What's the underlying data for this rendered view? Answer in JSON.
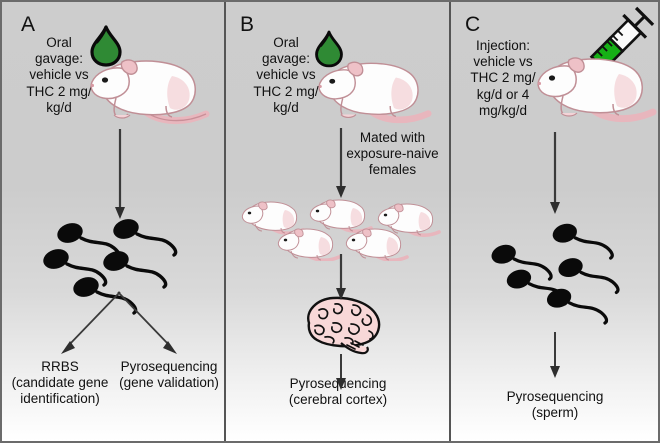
{
  "figure": {
    "type": "scientific-schematic",
    "description": "Three-panel experimental design schematic showing rat THC exposure paradigms",
    "background_colors": {
      "top": "#cdcdcd",
      "bottom": "#ffffff",
      "border": "#6b6b6b",
      "divider": "#555555"
    },
    "accent_colors": {
      "droplet_green": "#2f8a34",
      "syringe_green": "#16b016",
      "rat_body": "#fdfdfd",
      "rat_pink": "#f0c8cc",
      "brain_pink": "#f8d8d8",
      "sperm_black": "#0a0a0a",
      "arrow": "#3a3a3a"
    }
  },
  "panels": [
    {
      "letter": "A",
      "name": "oral-gavage-sperm-panel",
      "top_caption": "Oral\ngavage:\nvehicle vs\nTHC 2 mg/\nkg/d",
      "icons": [
        "droplet-icon",
        "rat-icon",
        "sperm-icon"
      ],
      "outcomes": [
        {
          "label": "RRBS\n(candidate gene\nidentification)",
          "name": "rrbs-outcome"
        },
        {
          "label": "Pyrosequencing\n(gene validation)",
          "name": "pyrosequencing-gene-validation-outcome"
        }
      ]
    },
    {
      "letter": "B",
      "name": "oral-gavage-offspring-panel",
      "top_caption": "Oral\ngavage:\nvehicle vs\nTHC 2 mg/\nkg/d",
      "mating_caption": "Mated with\nexposure-naive\nfemales",
      "icons": [
        "droplet-icon",
        "rat-icon",
        "offspring-rats-icon",
        "brain-icon"
      ],
      "outcomes": [
        {
          "label": "Pyrosequencing\n(cerebral cortex)",
          "name": "pyrosequencing-cerebral-cortex-outcome"
        }
      ]
    },
    {
      "letter": "C",
      "name": "injection-sperm-panel",
      "top_caption": "Injection:\nvehicle vs\nTHC 2 mg/\nkg/d or 4\nmg/kg/d",
      "icons": [
        "syringe-icon",
        "rat-icon",
        "sperm-icon"
      ],
      "outcomes": [
        {
          "label": "Pyrosequencing\n(sperm)",
          "name": "pyrosequencing-sperm-outcome"
        }
      ]
    }
  ]
}
